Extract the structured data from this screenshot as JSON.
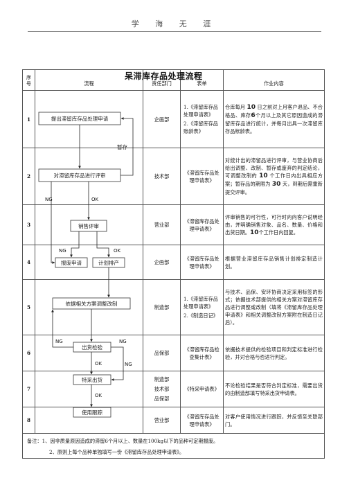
{
  "header": {
    "text": "学 海 无 涯"
  },
  "title": "呆滞库存品处理流程",
  "columns": {
    "seq": "序号",
    "flow": "流程",
    "dept": "责任部门",
    "form": "表单",
    "content": "作业内容"
  },
  "flow": {
    "steps": [
      "提出滞留库存品处理申请",
      "对滞留库存品进行评审",
      "销售评审",
      "报废申请",
      "计划排产",
      "依据相关方案调整改制",
      "出货检验",
      "特采出货",
      "使用跟踪"
    ],
    "labels": {
      "hold": "暂存",
      "ng": "NG",
      "ok": "OK"
    }
  },
  "rows": [
    {
      "seq": "1",
      "dept": "企画部",
      "forms": [
        "1.《滞留库存品处理申请表》",
        "2.《滞留库存品账龄表》"
      ],
      "content_parts": [
        "仓库每月 ",
        "10",
        " 日之前对上月客户退品、不合格品、库存",
        "6",
        "个月以上及其它原因造成的滞留库存品进行统计，并每月出具一次滞留库存品帐龄表。"
      ]
    },
    {
      "seq": "2",
      "dept": "技术部",
      "forms": [
        "《滞留库存品处理申请表》"
      ],
      "content_parts": [
        "对统计出的滞留品进行评审，与营业协商后给出调整、改制、暂存或废弃的判定结论，可调整改制的 ",
        "10",
        " 个工作日内出具相应方案；暂存品的期限为 ",
        "30",
        " 天，到期后需重新提交评审。"
      ]
    },
    {
      "seq": "3",
      "dept": "营业部",
      "forms": [
        "《滞留库存品处理申请表》"
      ],
      "content_parts": [
        "评审销售的可行性，可行时向向客户说明经由，并明确销售对象、品名、数量、价格和出货日期。",
        "10",
        "个工作日内回复。"
      ]
    },
    {
      "seq": "4",
      "dept": "企画部",
      "forms": [
        "《滞留库存品处理申请表》"
      ],
      "content_parts": [
        "根据营业滞留库存品销售计划排定制造计划。"
      ]
    },
    {
      "seq": "5",
      "dept": "制造部",
      "forms": [
        "1.《滞留库存品处理申请表》",
        "2.《制造日记》"
      ],
      "content_parts": [
        "与技术、品保、安环协商决定采用标签的形式；依据技术部提供的相关方案对滞留库存品进行调整或改制（填将《滞留库存品处理申请表》和相关调整改制方案附在制造日记后）。"
      ]
    },
    {
      "seq": "6",
      "dept": "品保部",
      "forms": [
        "《滞留库存品检查集计表》"
      ],
      "content_parts": [
        "依据技术提供的检验项目和判定标准进行检验，并对合格与否进行判定。"
      ]
    },
    {
      "seq": "7",
      "depts": [
        "制造部",
        "技术部",
        "品保部"
      ],
      "forms": [
        "《特采申请表》"
      ],
      "content_parts": [
        "不论检验结果是否符合判定标准，需要出货的由制造部填写特采出货申请表。"
      ]
    },
    {
      "seq": "8",
      "dept": "营业部",
      "forms": [
        "《滞留库存品处理申请表》"
      ],
      "content_parts": [
        "对客户使用情况进行跟踪，并反馈至关联部门。"
      ]
    }
  ],
  "notes": [
    "备注：1、因非质量原因造成的滞留6个月以上、数量在100kg以下的品种可定期报废。",
    "2、原则上每个品种单独填写一份《滞留库存品处理申请表》。"
  ]
}
